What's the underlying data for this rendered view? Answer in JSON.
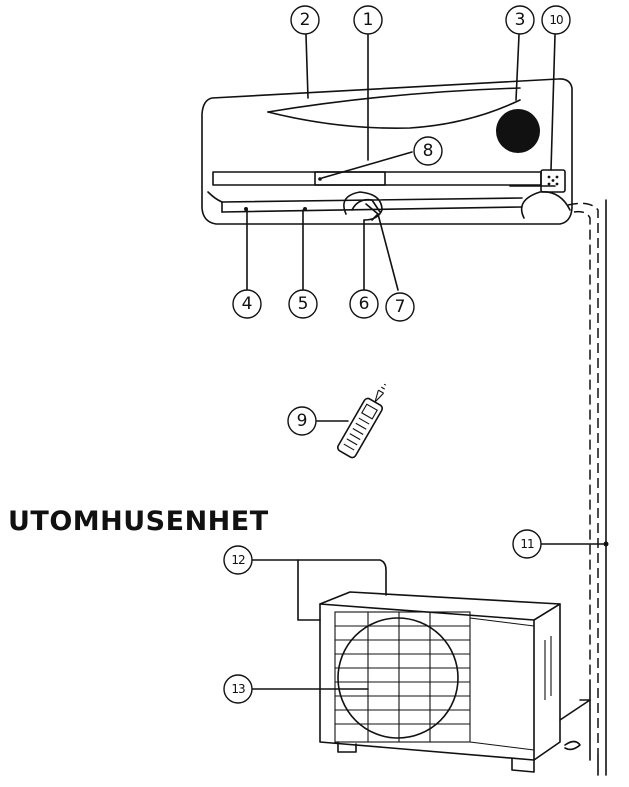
{
  "section_title": "UTOMHUSENHET",
  "callouts": [
    {
      "id": "1",
      "label": "①"
    },
    {
      "id": "2",
      "label": "②"
    },
    {
      "id": "3",
      "label": "③"
    },
    {
      "id": "4",
      "label": "④"
    },
    {
      "id": "5",
      "label": "⑤"
    },
    {
      "id": "6",
      "label": "⑥"
    },
    {
      "id": "7",
      "label": "⑦"
    },
    {
      "id": "8",
      "label": "⑧"
    },
    {
      "id": "9",
      "label": "⑨"
    },
    {
      "id": "10",
      "label": "10"
    },
    {
      "id": "11",
      "label": "11"
    },
    {
      "id": "12",
      "label": "12"
    },
    {
      "id": "13",
      "label": "13"
    }
  ]
}
